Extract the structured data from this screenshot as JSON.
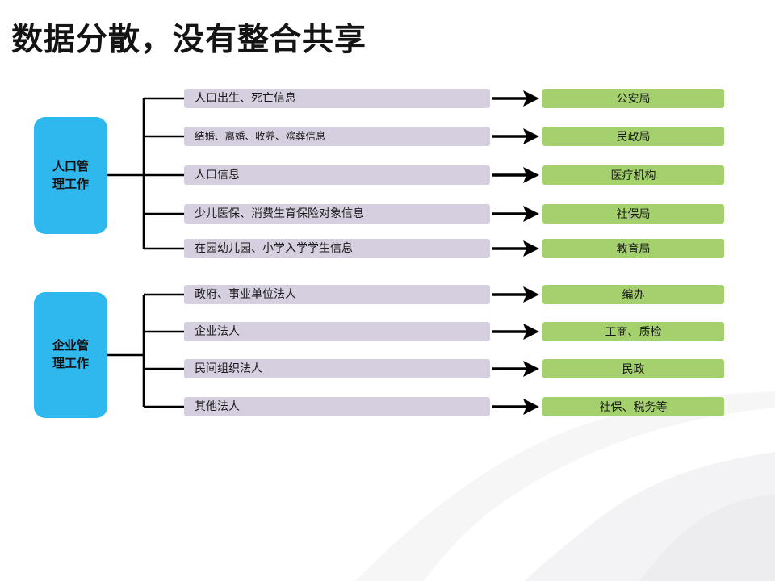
{
  "slide": {
    "title": "数据分散，没有整合共享",
    "background": "#ffffff",
    "colors": {
      "blue": "#2FB8EE",
      "purple": "#D5CFDF",
      "green": "#A4D16E",
      "line": "#000000",
      "decor": "#f4f4f6"
    }
  },
  "groups": [
    {
      "source": {
        "line1": "人口管",
        "line2": "理工作"
      },
      "rows": [
        {
          "item": "人口出生、死亡信息",
          "org": "公安局"
        },
        {
          "item": "结婚、离婚、收养、殡葬信息",
          "org": "民政局"
        },
        {
          "item": "人口信息",
          "org": "医疗机构"
        },
        {
          "item": "少儿医保、消费生育保险对象信息",
          "org": "社保局"
        },
        {
          "item": "在园幼儿园、小学入学学生信息",
          "org": "教育局"
        }
      ]
    },
    {
      "source": {
        "line1": "企业管",
        "line2": "理工作"
      },
      "rows": [
        {
          "item": "政府、事业单位法人",
          "org": "编办"
        },
        {
          "item": "企业法人",
          "org": "工商、质检"
        },
        {
          "item": "民间组织法人",
          "org": "民政"
        },
        {
          "item": "其他法人",
          "org": "社保、税务等"
        }
      ]
    }
  ]
}
